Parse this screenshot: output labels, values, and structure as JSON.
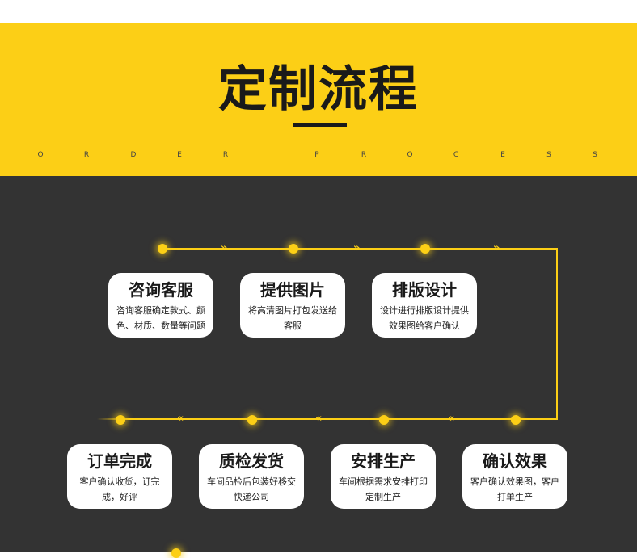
{
  "header": {
    "title": "定制流程",
    "subtitle_letters": [
      "O",
      "R",
      "D",
      "E",
      "R",
      "P",
      "R",
      "O",
      "C",
      "E",
      "S",
      "S"
    ]
  },
  "colors": {
    "accent": "#fccf16",
    "dark_bg": "#333333",
    "card_bg": "#ffffff",
    "text": "#1a1a1a"
  },
  "chevron_right": "»",
  "chevron_left": "«",
  "steps": [
    {
      "title": "咨询客服",
      "desc": "咨询客服确定款式、颜色、材质、数量等问题"
    },
    {
      "title": "提供图片",
      "desc": "将高清图片打包发送给客服"
    },
    {
      "title": "排版设计",
      "desc": "设计进行排版设计提供效果图给客户确认"
    },
    {
      "title": "确认效果",
      "desc": "客户确认效果图，客户打单生产"
    },
    {
      "title": "安排生产",
      "desc": "车间根据需求安排打印定制生产"
    },
    {
      "title": "质检发货",
      "desc": "车间品检后包装好移交快递公司"
    },
    {
      "title": "订单完成",
      "desc": "客户确认收货，订完成，好评"
    }
  ]
}
